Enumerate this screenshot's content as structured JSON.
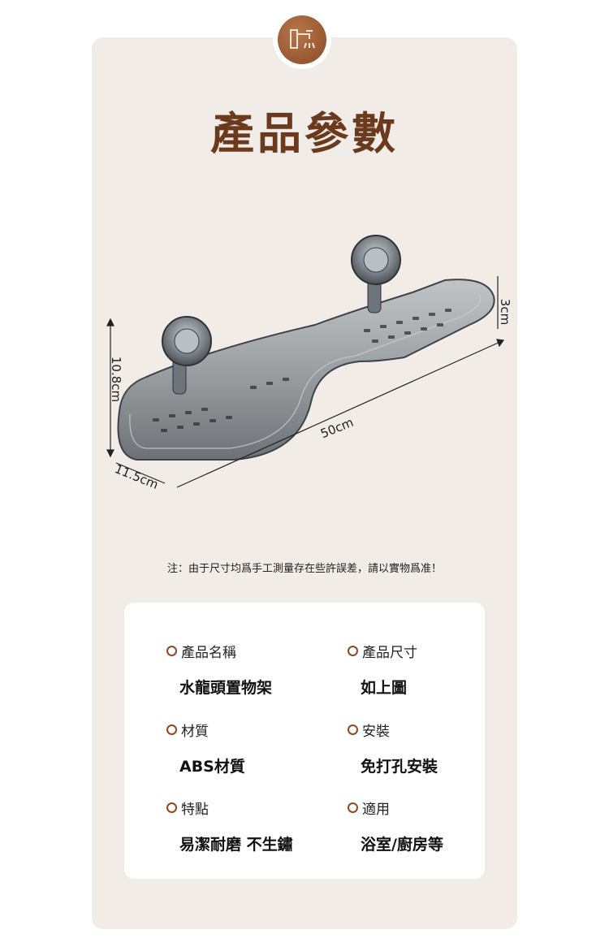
{
  "header": {
    "title": "產品參數",
    "badge_icon": "faucet-icon"
  },
  "dimensions": {
    "height": "10.8cm",
    "depth": "11.5cm",
    "length": "50cm",
    "rim": "3cm"
  },
  "note": "注：由于尺寸均爲手工測量存在些許誤差，請以實物爲准！",
  "specs": [
    {
      "label": "產品名稱",
      "value": "水龍頭置物架"
    },
    {
      "label": "產品尺寸",
      "value": "如上圖"
    },
    {
      "label": "材質",
      "value": "ABS材質"
    },
    {
      "label": "安裝",
      "value": "免打孔安裝"
    },
    {
      "label": "特點",
      "value": "易潔耐磨 不生鏽"
    },
    {
      "label": "適用",
      "value": "浴室/廚房等"
    }
  ],
  "colors": {
    "accent": "#6b3a1d",
    "card_bg": "#f1ece8"
  }
}
